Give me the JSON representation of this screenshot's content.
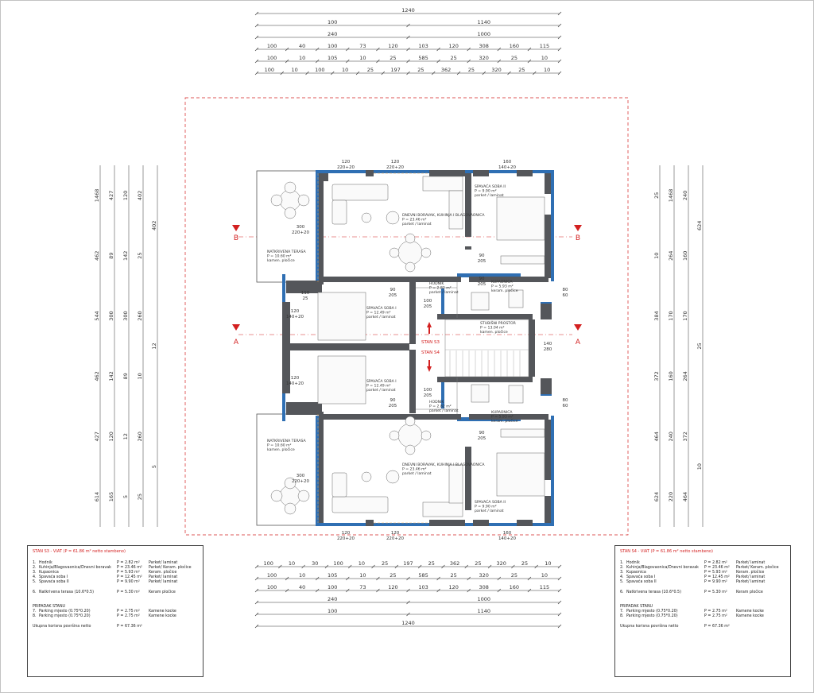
{
  "dims_top": {
    "rows": [
      {
        "row": 0,
        "cells": [
          "1240"
        ]
      },
      {
        "row": 1,
        "cells": [
          "100",
          "1140"
        ]
      },
      {
        "row": 2,
        "cells": [
          "240",
          "1000"
        ]
      },
      {
        "row": 3,
        "cells": [
          "100",
          "40",
          "100",
          "73",
          "120",
          "103",
          "120",
          "308",
          "160",
          "115"
        ]
      },
      {
        "row": 4,
        "cells": [
          "100",
          "10",
          "105",
          "10",
          "25",
          "585",
          "25",
          "320",
          "25",
          "10"
        ]
      },
      {
        "row": 5,
        "cells": [
          "100",
          "10",
          "100",
          "10",
          "25",
          "197",
          "25",
          "362",
          "25",
          "320",
          "25",
          "10"
        ]
      }
    ]
  },
  "dims_bottom": {
    "rows": [
      {
        "row": 0,
        "cells": [
          "100",
          "10",
          "30",
          "100",
          "10",
          "25",
          "197",
          "25",
          "362",
          "25",
          "320",
          "25",
          "10"
        ]
      },
      {
        "row": 1,
        "cells": [
          "100",
          "10",
          "105",
          "10",
          "25",
          "585",
          "25",
          "320",
          "25",
          "10"
        ]
      },
      {
        "row": 2,
        "cells": [
          "100",
          "40",
          "100",
          "73",
          "120",
          "103",
          "120",
          "308",
          "160",
          "115"
        ]
      },
      {
        "row": 3,
        "cells": [
          "240",
          "1000"
        ]
      },
      {
        "row": 4,
        "cells": [
          "100",
          "1140"
        ]
      },
      {
        "row": 5,
        "cells": [
          "1240"
        ]
      }
    ]
  },
  "dims_left": [
    "1468",
    "462",
    "544",
    "462",
    "427",
    "614",
    "427",
    "89",
    "300",
    "142",
    "120",
    "165",
    "120",
    "142",
    "300",
    "89",
    "12",
    "5",
    "402",
    "25",
    "260",
    "10",
    "260",
    "25",
    "402",
    "12",
    "5"
  ],
  "dims_right": [
    "25",
    "10",
    "384",
    "372",
    "464",
    "624",
    "1468",
    "264",
    "170",
    "160",
    "240",
    "220",
    "240",
    "160",
    "170",
    "264",
    "372",
    "464",
    "624",
    "25",
    "10"
  ],
  "section_marks": {
    "b": "B",
    "a": "A"
  },
  "plan": {
    "opening_labels": [
      "120",
      "220+20",
      "120",
      "220+20",
      "160",
      "140+20",
      "300",
      "220+20",
      "90",
      "205",
      "90",
      "205",
      "120",
      "140+20",
      "120",
      "140+20",
      "80",
      "60",
      "140",
      "280",
      "90",
      "205",
      "80",
      "60",
      "300",
      "220+20",
      "90",
      "205",
      "120",
      "220+20",
      "120",
      "220+20",
      "160",
      "140+20",
      "100",
      "205",
      "100",
      "205",
      "90",
      "205",
      "110",
      "25"
    ],
    "stan_labels": {
      "s3": "STAN S3",
      "s4": "STAN S4"
    },
    "rooms": [
      {
        "name": "DNEVNI BORAVAK, KUHINJA I BLAGOVAONICA",
        "area": "P = 23.46 m²",
        "floor": "parket / laminat"
      },
      {
        "name": "SPAVAĆA SOBA II",
        "area": "P = 9.90 m²",
        "floor": "parket / laminat"
      },
      {
        "name": "NATKRIVENA TERASA",
        "area": "P = 10.60 m²",
        "floor": "kamen. pločice"
      },
      {
        "name": "HODNIK",
        "area": "P = 2.82 m²",
        "floor": "parket / laminat"
      },
      {
        "name": "KUPAONICA",
        "area": "P = 5.93 m²",
        "floor": "keram. pločice"
      },
      {
        "name": "SPAVAĆA SOBA I",
        "area": "P = 12.49 m²",
        "floor": "parket / laminat"
      },
      {
        "name": "STUBIŠNI PROSTOR",
        "area": "P = 13.04 m²",
        "floor": "kamen. pločice"
      },
      {
        "name": "SPAVAĆA SOBA I",
        "area": "P = 12.49 m²",
        "floor": "parket / laminat"
      },
      {
        "name": "HODNIK",
        "area": "P = 2.82 m²",
        "floor": "parket / laminat"
      },
      {
        "name": "KUPAONICA",
        "area": "P = 5.93 m²",
        "floor": "keram. pločice"
      },
      {
        "name": "NATKRIVENA TERASA",
        "area": "P = 10.60 m²",
        "floor": "kamen. pločice"
      },
      {
        "name": "DNEVNI BORAVAK, KUHINJA I BLAGOVAONICA",
        "area": "P = 23.46 m²",
        "floor": "parket / laminat"
      },
      {
        "name": "SPAVAĆA SOBA II",
        "area": "P = 9.90 m²",
        "floor": "parket / laminat"
      }
    ]
  },
  "legend_left": {
    "title": "STAN S3 - VIAT  (P = 61.86 m² netto stambeno)",
    "rows": [
      {
        "n": "1.",
        "name": "Hodnik",
        "area": "P = 2.82 m²",
        "floor": "Parket/ laminat"
      },
      {
        "n": "2.",
        "name": "Kuhinja/Blagovaonica/Dnevni boravak",
        "area": "P = 23.46 m²",
        "floor": "Parket/ Keram. pločice"
      },
      {
        "n": "3.",
        "name": "Kupaonica",
        "area": "P = 5.93 m²",
        "floor": "Keram. pločice"
      },
      {
        "n": "4.",
        "name": "Spavaća soba I",
        "area": "P = 12.45 m²",
        "floor": "Parket/ laminat"
      },
      {
        "n": "5.",
        "name": "Spavaća soba II",
        "area": "P = 9.90 m²",
        "floor": "Parket/ laminat"
      }
    ],
    "row6": {
      "n": "6.",
      "name": "Natkrivena terasa   (10.6*0.5)",
      "area": "P = 5.30 m²",
      "floor": "Keram pločice"
    },
    "pripadak_title": "PRIPADAK STANU",
    "pripadak": [
      {
        "n": "7.",
        "name": "Parking mjesto  (0.75*0.20)",
        "area": "P = 2.75 m²",
        "floor": "Kamene kocke"
      },
      {
        "n": "8.",
        "name": "Parking mjesto  (0.75*0.20)",
        "area": "P = 2.75 m²",
        "floor": "Kamene kocke"
      }
    ],
    "total_label": "Ukupna korisna površina netto",
    "total_value": "P = 67.36 m²"
  },
  "legend_right": {
    "title": "STAN S4 - VIAT  (P = 61.86 m² netto stambeno)",
    "rows": [
      {
        "n": "1.",
        "name": "Hodnik",
        "area": "P = 2.82 m²",
        "floor": "Parket/ laminat"
      },
      {
        "n": "2.",
        "name": "Kuhinja/Blagovaonica/Dnevni boravak",
        "area": "P = 23.46 m²",
        "floor": "Parket/ Keram. pločice"
      },
      {
        "n": "3.",
        "name": "Kupaonica",
        "area": "P = 5.93 m²",
        "floor": "Keram. pločice"
      },
      {
        "n": "4.",
        "name": "Spavaća soba I",
        "area": "P = 12.45 m²",
        "floor": "Parket/ laminat"
      },
      {
        "n": "5.",
        "name": "Spavaća soba II",
        "area": "P = 9.90 m²",
        "floor": "Parket/ laminat"
      }
    ],
    "row6": {
      "n": "6.",
      "name": "Natkrivena terasa   (10.6*0.5)",
      "area": "P = 5.30 m²",
      "floor": "Keram pločice"
    },
    "pripadak_title": "PRIPADAK STANU",
    "pripadak": [
      {
        "n": "7.",
        "name": "Parking mjesto  (0.75*0.20)",
        "area": "P = 2.75 m²",
        "floor": "Kamene kocke"
      },
      {
        "n": "8.",
        "name": "Parking mjesto  (0.75*0.20)",
        "area": "P = 2.75 m²",
        "floor": "Kamene kocke"
      }
    ],
    "total_label": "Ukupna korisna površina netto",
    "total_value": "P = 67.36 m²"
  },
  "colors": {
    "wall": "#54565a",
    "glass": "#2f6fb3",
    "section": "#d32020",
    "dim": "#333333"
  }
}
